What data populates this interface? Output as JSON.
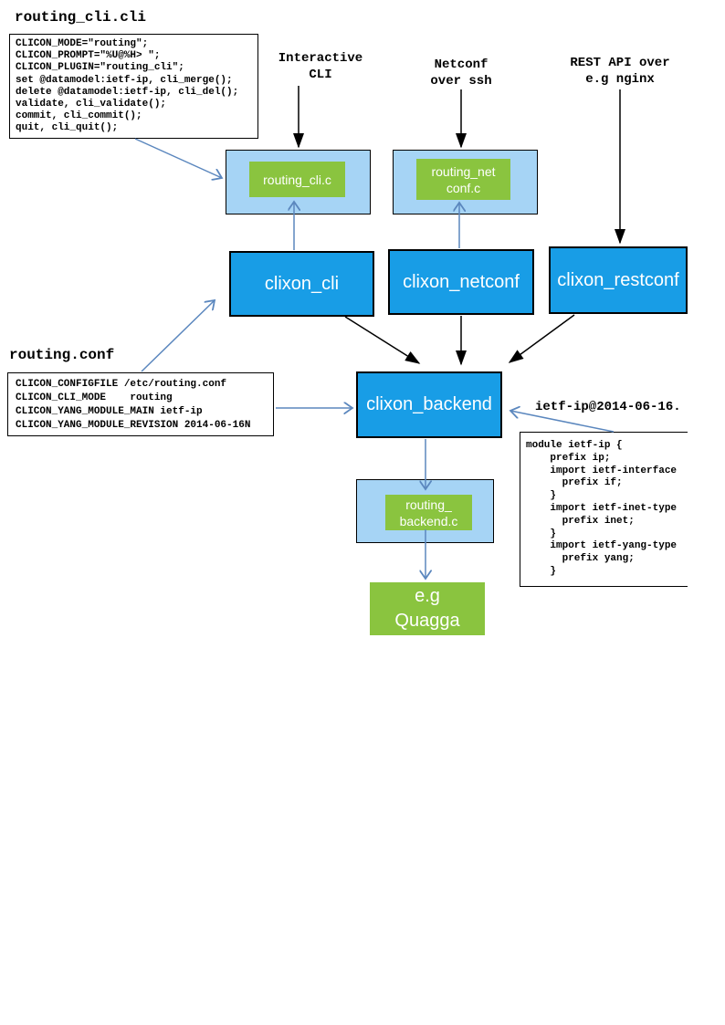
{
  "palette": {
    "box_blue": "#189de6",
    "box_lightblue": "#a6d4f5",
    "box_green": "#8ac43f",
    "arrow_blue": "#5b87be",
    "arrow_black": "#000000"
  },
  "labels": {
    "routing_cli_title": "routing_cli.cli",
    "routing_conf_title": "routing.conf",
    "interactive_cli": "Interactive\nCLI",
    "netconf_over_ssh": "Netconf\nover ssh",
    "rest_api": "REST API over\ne.g nginx",
    "ietf_ip_file": "ietf-ip@2014-06-16."
  },
  "boxes": {
    "routing_cli_c": "routing_cli.c",
    "routing_netconf_c": "routing_net\nconf.c",
    "clixon_cli": "clixon_cli",
    "clixon_netconf": "clixon_netconf",
    "clixon_restconf": "clixon_restconf",
    "clixon_backend": "clixon_backend",
    "routing_backend_c": "routing_\nbackend.c",
    "quagga": "e.g\nQuagga"
  },
  "code": {
    "routing_cli_cli": [
      "CLICON_MODE=\"routing\";",
      "CLICON_PROMPT=\"%U@%H> \";",
      "CLICON_PLUGIN=\"routing_cli\";",
      "set @datamodel:ietf-ip, cli_merge();",
      "delete @datamodel:ietf-ip, cli_del();",
      "validate, cli_validate();",
      "commit, cli_commit();",
      "quit, cli_quit();"
    ],
    "routing_conf": [
      "CLICON_CONFIGFILE /etc/routing.conf",
      "CLICON_CLI_MODE    routing",
      "CLICON_YANG_MODULE_MAIN ietf-ip",
      "CLICON_YANG_MODULE_REVISION 2014-06-16N"
    ],
    "ietf_ip_module": [
      "module ietf-ip {",
      "    prefix ip;",
      "    import ietf-interface",
      "      prefix if;",
      "    }",
      "    import ietf-inet-type",
      "      prefix inet;",
      "    }",
      "    import ietf-yang-type",
      "      prefix yang;",
      "    }"
    ]
  }
}
